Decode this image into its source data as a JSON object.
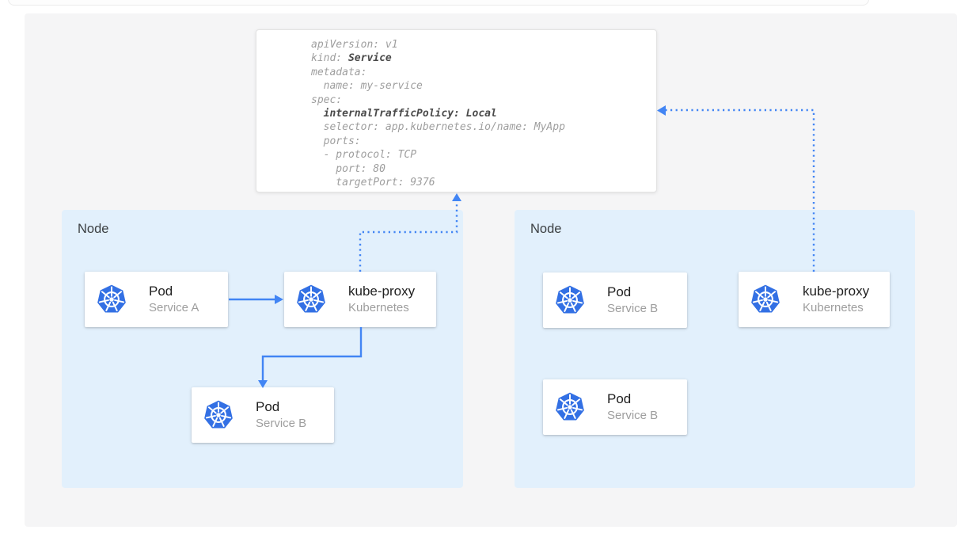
{
  "colors": {
    "accent_blue": "#4285f4",
    "kubernetes_blue": "#3370e4",
    "node_background": "#e2f0fc",
    "panel_background": "#f5f5f6",
    "card_background": "#ffffff",
    "yaml_text": "#9e9e9e",
    "yaml_bold_text": "#4a4a4a",
    "title_text": "#212121",
    "subtitle_text": "#9e9e9e"
  },
  "yaml_card": {
    "lines": [
      {
        "segments": [
          {
            "text": "apiVersion: v1",
            "bold": false
          }
        ]
      },
      {
        "segments": [
          {
            "text": "kind: ",
            "bold": false
          },
          {
            "text": "Service",
            "bold": true
          }
        ]
      },
      {
        "segments": [
          {
            "text": "metadata:",
            "bold": false
          }
        ]
      },
      {
        "segments": [
          {
            "text": "  name: my-service",
            "bold": false
          }
        ]
      },
      {
        "segments": [
          {
            "text": "spec:",
            "bold": false
          }
        ]
      },
      {
        "segments": [
          {
            "text": "  ",
            "bold": false
          },
          {
            "text": "internalTrafficPolicy: Local",
            "bold": true
          }
        ]
      },
      {
        "segments": [
          {
            "text": "  selector: app.kubernetes.io/name: MyApp",
            "bold": false
          }
        ]
      },
      {
        "segments": [
          {
            "text": "  ports:",
            "bold": false
          }
        ]
      },
      {
        "segments": [
          {
            "text": "  - protocol: TCP",
            "bold": false
          }
        ]
      },
      {
        "segments": [
          {
            "text": "    port: 80",
            "bold": false
          }
        ]
      },
      {
        "segments": [
          {
            "text": "    targetPort: 9376",
            "bold": false
          }
        ]
      }
    ]
  },
  "nodes": [
    {
      "label": "Node",
      "cards": [
        {
          "title": "Pod",
          "subtitle": "Service A",
          "icon": "kubernetes-icon"
        },
        {
          "title": "kube-proxy",
          "subtitle": "Kubernetes",
          "icon": "kubernetes-icon"
        },
        {
          "title": "Pod",
          "subtitle": "Service B",
          "icon": "kubernetes-icon"
        }
      ]
    },
    {
      "label": "Node",
      "cards": [
        {
          "title": "Pod",
          "subtitle": "Service B",
          "icon": "kubernetes-icon"
        },
        {
          "title": "Pod",
          "subtitle": "Service B",
          "icon": "kubernetes-icon"
        },
        {
          "title": "kube-proxy",
          "subtitle": "Kubernetes",
          "icon": "kubernetes-icon"
        }
      ]
    }
  ]
}
